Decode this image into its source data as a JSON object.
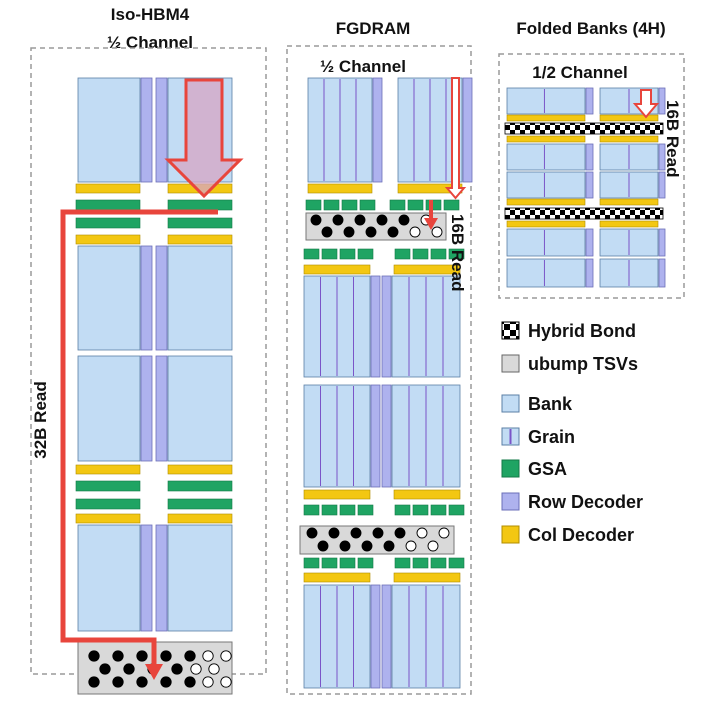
{
  "columns": {
    "iso_hbm4": {
      "title": "Iso-HBM4",
      "subtitle": "½ Channel",
      "read_label": "32B Read"
    },
    "fgdram": {
      "title": "FGDRAM",
      "subtitle": "½ Channel",
      "read_label": "16B Read"
    },
    "folded": {
      "title": "Folded Banks (4H)",
      "subtitle": "1/2 Channel",
      "read_label": "16B Read"
    }
  },
  "legend": [
    {
      "key": "hybrid-bond",
      "label": "Hybrid Bond"
    },
    {
      "key": "ubump-tsvs",
      "label": "ubump TSVs"
    },
    {
      "key": "bank",
      "label": "Bank"
    },
    {
      "key": "grain",
      "label": "Grain"
    },
    {
      "key": "gsa",
      "label": "GSA"
    },
    {
      "key": "row-decoder",
      "label": "Row Decoder"
    },
    {
      "key": "col-decoder",
      "label": "Col Decoder"
    }
  ],
  "colors": {
    "bank": "#c2dcf4",
    "bank_stroke": "#5b7fa6",
    "grain_line": "#7a55c8",
    "gsa": "#1fa463",
    "row_decoder": "#aeb2ee",
    "col_decoder": "#f3c712",
    "tsv_pad": "#d9d9d9",
    "arrow": "#e8453c",
    "arrow_fill": "#d6a6c4",
    "border": "#9a9a9a"
  }
}
